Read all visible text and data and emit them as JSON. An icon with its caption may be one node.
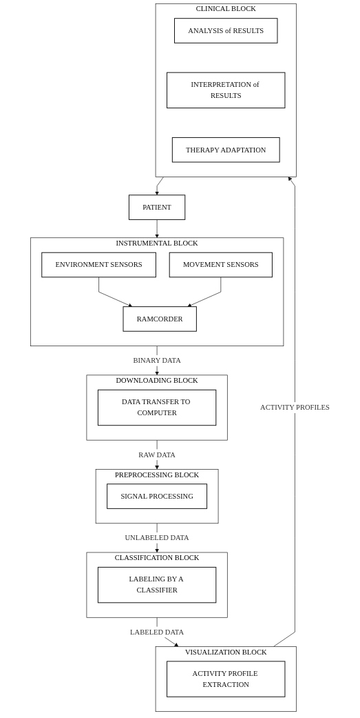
{
  "diagram": {
    "nodes": [
      {
        "text": [
          "PATIENT"
        ]
      },
      {
        "text": [
          "INSTRUMENTAL BLOCK"
        ]
      },
      {
        "text": [
          "ENVIRONMENT SENSORS"
        ],
        "in": 1
      },
      {
        "text": [
          "MOVEMENT SENSORS"
        ],
        "in": 1
      },
      {
        "text": [
          "RAMCORDER"
        ],
        "in": 1
      },
      {
        "text": [
          "DOWNLOADING BLOCK"
        ]
      },
      {
        "text": [
          "DATA TRANSFER TO COMPUTER"
        ],
        "in": 5
      },
      {
        "text": [
          "PREPROCESSING BLOCK"
        ]
      },
      {
        "text": [
          "SIGNAL PROCESSING"
        ],
        "in": 7
      },
      {
        "text": [
          "CLASSIFICATION BLOCK"
        ]
      },
      {
        "text": [
          "LABELING BY A CLASSIFIER"
        ],
        "in": 9
      },
      {
        "text": [
          "VISUALIZATION BLOCK"
        ]
      },
      {
        "text": [
          "ACTIVITY PROFILE EXTRACTION"
        ],
        "in": 11
      },
      {
        "text": [
          "CLINICAL BLOCK"
        ]
      },
      {
        "text": [
          "ANALYSIS of RESULTS"
        ],
        "in": 13
      },
      {
        "text": [
          "INTERPRETATION of RESULTS"
        ],
        "in": 13
      },
      {
        "text": [
          "THERAPY ADAPTATION"
        ],
        "in": 13
      }
    ],
    "edges": [
      {
        "from": 0,
        "to": 1,
        "arrow": "to"
      },
      {
        "from": 2,
        "to": 4,
        "arrow": "to"
      },
      {
        "from": 3,
        "to": 4,
        "arrow": "to"
      },
      {
        "from": 1,
        "to": 5,
        "label": "BINARY DATA",
        "arrow": "to"
      },
      {
        "from": 5,
        "to": 7,
        "label": "RAW DATA",
        "arrow": "to"
      },
      {
        "from": 7,
        "to": 9,
        "label": "UNLABELED DATA",
        "arrow": "to"
      },
      {
        "from": 9,
        "to": 11,
        "label": "LABELED DATA",
        "arrow": "to"
      },
      {
        "from": 11,
        "to": 13,
        "label": "ACTIVITY PROFILES",
        "arrow": "to"
      },
      {
        "from": 13,
        "to": 0,
        "arrow": "to"
      }
    ]
  }
}
